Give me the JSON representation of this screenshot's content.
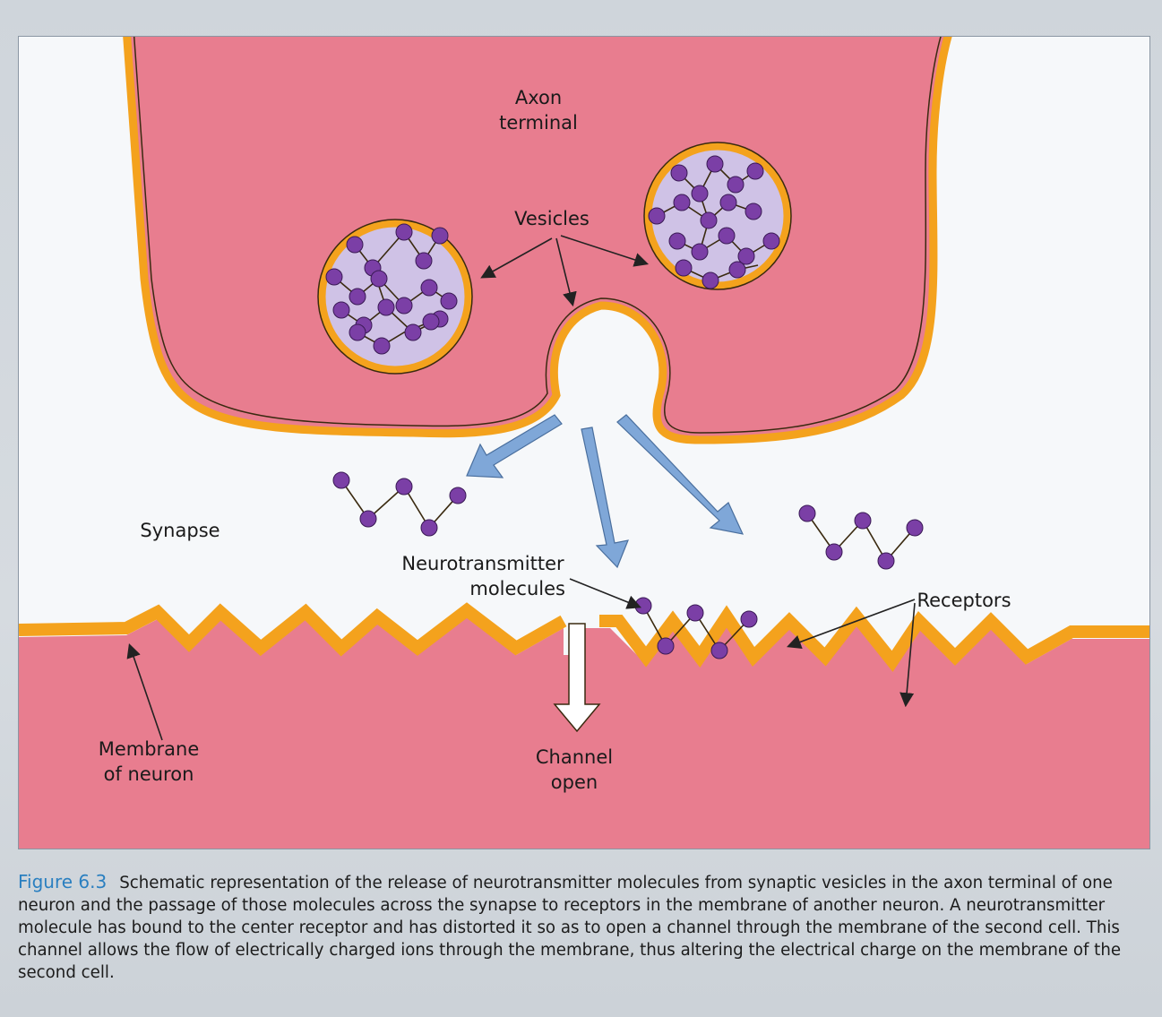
{
  "labels": {
    "axon_terminal": [
      "Axon",
      "terminal"
    ],
    "vesicles": "Vesicles",
    "synapse": "Synapse",
    "neurotransmitter_molecules": [
      "Neurotransmitter",
      "molecules"
    ],
    "receptors": "Receptors",
    "membrane_of_neuron": [
      "Membrane",
      "of neuron"
    ],
    "channel_open": [
      "Channel",
      "open"
    ]
  },
  "caption": {
    "figure_number": "Figure 6.3",
    "text": "Schematic representation of the release of neurotransmitter molecules from synaptic vesicles in the axon terminal of one neuron and the passage of those molecules across the synapse to receptors in the membrane of another neuron. A neurotransmitter molecule has bound to the center receptor and has distorted it so as to open a channel through the membrane of the second cell. This channel allows the flow of electrically charged ions through the membrane, thus altering the electrical charge on the membrane of the second cell."
  },
  "colors": {
    "cell_fill": "#e87d8f",
    "membrane": "#f4a21d",
    "membrane_outline": "#3a2a10",
    "vesicle_fill": "#cfc2e6",
    "molecule": "#7b3fa6",
    "arrow_blue": "#7fa7d8",
    "figure_number": "#2a7fc0"
  }
}
